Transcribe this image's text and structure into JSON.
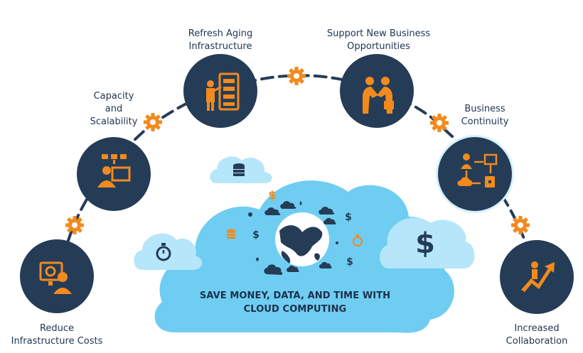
{
  "labels": {
    "reduce_costs": [
      "Reduce",
      "Infrastructure Costs"
    ],
    "capacity": [
      "Capacity",
      "and",
      "Scalability"
    ],
    "refresh": [
      "Refresh Aging",
      "Infrastructure"
    ],
    "support": [
      "Support New Business",
      "Opportunities"
    ],
    "continuity": [
      "Business",
      "Continuity"
    ],
    "collaboration": [
      "Increased",
      "Collaboration"
    ]
  },
  "center_message": [
    "SAVE MONEY, DATA, AND TIME WITH",
    "CLOUD COMPUTING"
  ],
  "cloud_symbols": {
    "dollar": "$"
  },
  "colors": {
    "circle_fill": "#253c57",
    "accent_orange": "#f28a1e",
    "cloud_main": "#6fcdf2",
    "cloud_light": "#b5e6f9",
    "dash_line": "#253c57",
    "text": "#1e3550"
  }
}
